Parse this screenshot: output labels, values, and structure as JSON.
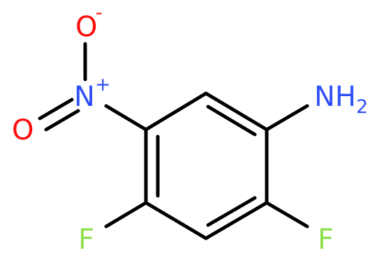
{
  "molecule": {
    "atoms": {
      "amine": {
        "text": "NH",
        "subscript": "2",
        "color": "#3050F8"
      },
      "fluorine_right": {
        "text": "F",
        "color": "#90E050"
      },
      "fluorine_left": {
        "text": "F",
        "color": "#90E050"
      },
      "nitro_nitrogen": {
        "text": "N",
        "charge": "+",
        "color": "#3050F8"
      },
      "nitro_oxygen_top": {
        "text": "O",
        "charge": "-",
        "color": "#FF0D0D"
      },
      "nitro_oxygen_left": {
        "text": "O",
        "color": "#FF0D0D"
      }
    },
    "bond_color": "#000000"
  }
}
